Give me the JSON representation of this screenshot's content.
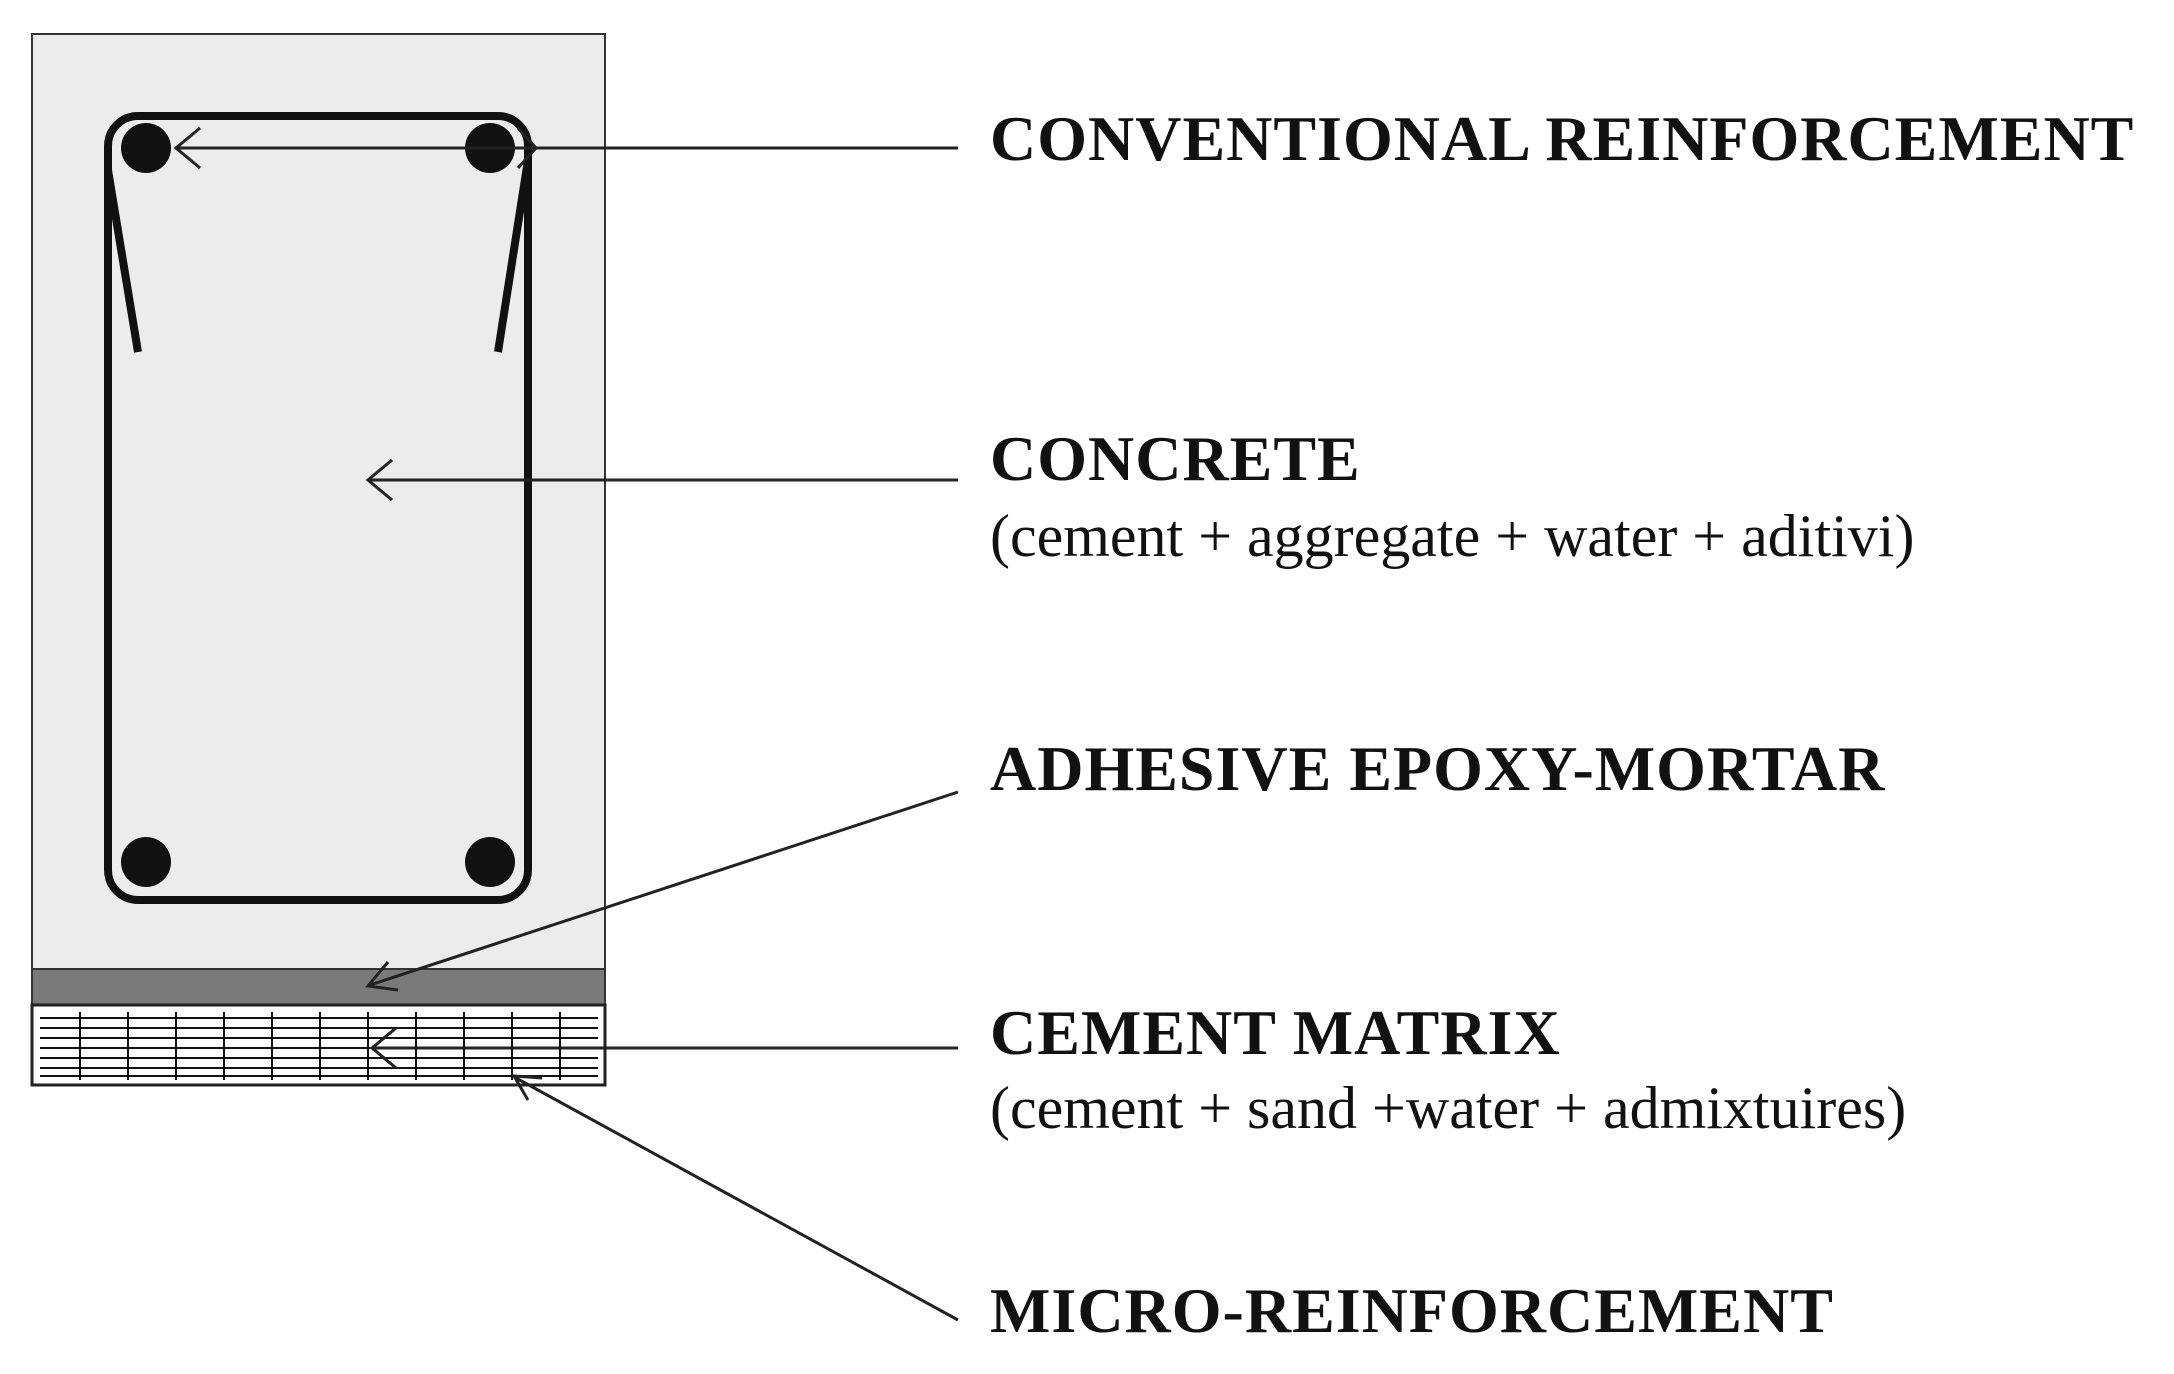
{
  "labels": {
    "conventional_reinforcement": "CONVENTIONAL REINFORCEMENT",
    "concrete": "CONCRETE",
    "concrete_composition": "(cement + aggregate + water + aditivi)",
    "adhesive": "ADHESIVE EPOXY-MORTAR",
    "cement_matrix": "CEMENT MATRIX",
    "cement_matrix_composition": "(cement + sand +water + admixtuires)",
    "micro_reinforcement": "MICRO-REINFORCEMENT"
  },
  "colors": {
    "concrete_fill": "#ececec",
    "epoxy_layer": "#7a7a7a",
    "steel": "#111111",
    "leader_line": "#222222"
  }
}
